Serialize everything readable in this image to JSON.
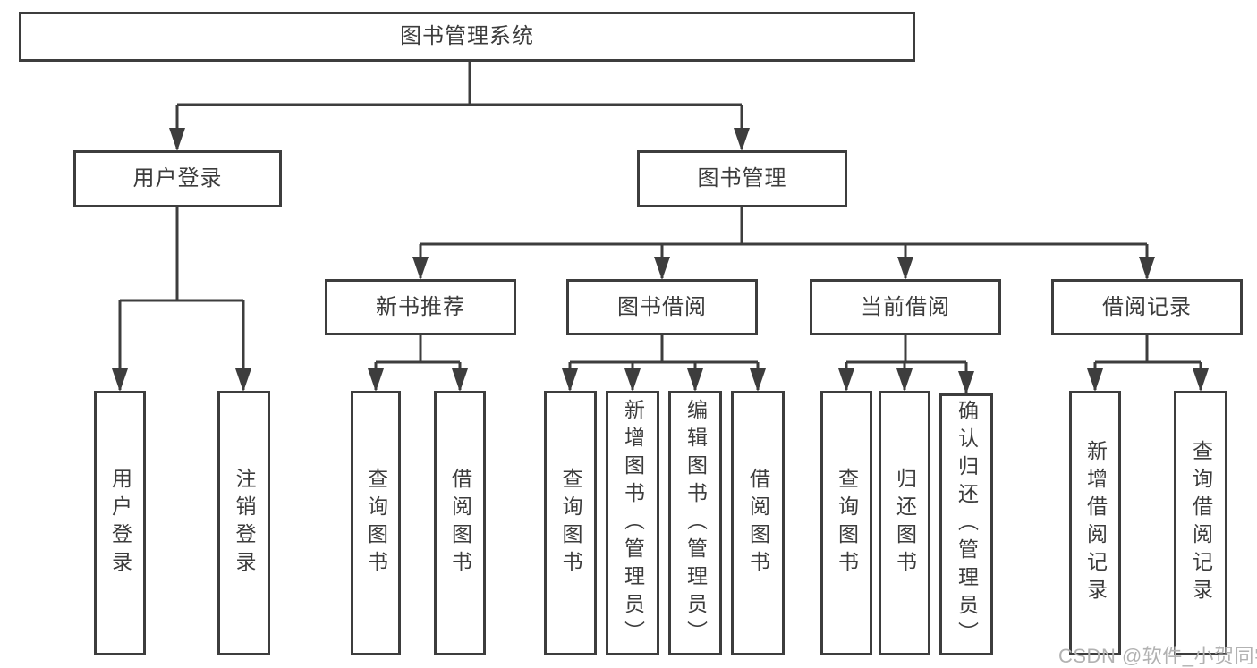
{
  "tree": {
    "root": {
      "label": "图书管理系统"
    },
    "branches": [
      {
        "label": "用户登录",
        "children": [
          {
            "label": "用户登录"
          },
          {
            "label": "注销登录"
          }
        ]
      },
      {
        "label": "图书管理",
        "children": [
          {
            "label": "新书推荐",
            "children": [
              {
                "label": "查询图书"
              },
              {
                "label": "借阅图书"
              }
            ]
          },
          {
            "label": "图书借阅",
            "children": [
              {
                "label": "查询图书"
              },
              {
                "label": "新增图书（管理员）"
              },
              {
                "label": "编辑图书（管理员）"
              },
              {
                "label": "借阅图书"
              }
            ]
          },
          {
            "label": "当前借阅",
            "children": [
              {
                "label": "查询图书"
              },
              {
                "label": "归还图书"
              },
              {
                "label": "确认归还（管理员）"
              }
            ]
          },
          {
            "label": "借阅记录",
            "children": [
              {
                "label": "新增借阅记录"
              },
              {
                "label": "查询借阅记录"
              }
            ]
          }
        ]
      }
    ]
  },
  "watermark": "CSDN @软件_小贺同学",
  "colors": {
    "line": "#3d3d3d",
    "box_border": "#3d3d3d",
    "text": "#3c3c3c",
    "watermark": "#b2b2b2",
    "background": "#ffffff"
  }
}
